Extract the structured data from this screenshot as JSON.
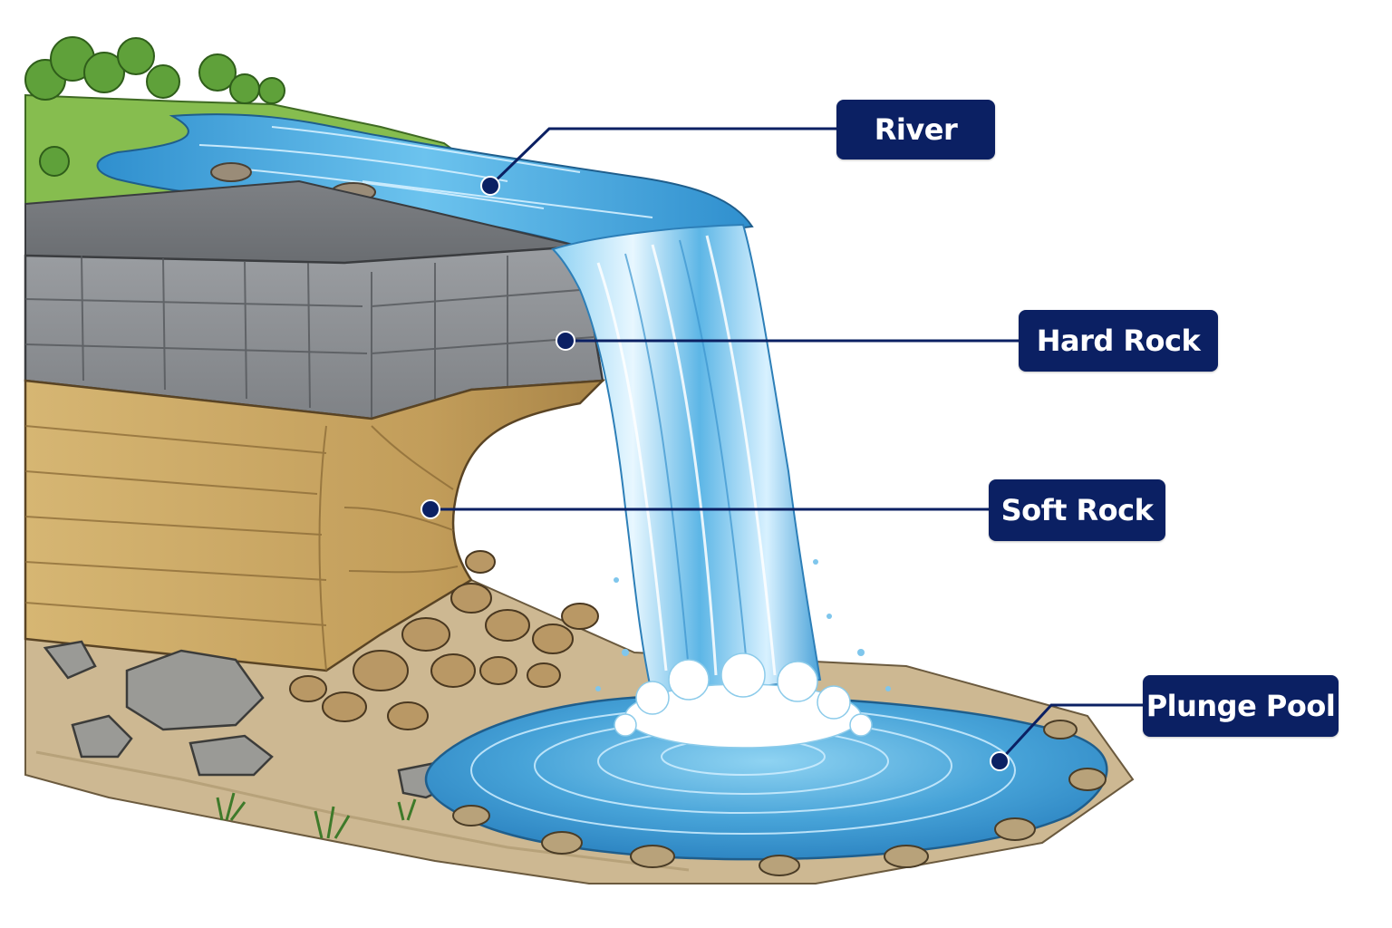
{
  "diagram": {
    "labels": {
      "river": "River",
      "hard_rock": "Hard Rock",
      "soft_rock": "Soft Rock",
      "plunge_pool": "Plunge Pool"
    }
  },
  "colors": {
    "label_background": "#0b2063",
    "label_text": "#ffffff",
    "water": "#4aa8db",
    "hard_rock": "#8c8f93",
    "soft_rock": "#c9a765",
    "grass": "#7fb949",
    "ground": "#c8b591"
  }
}
